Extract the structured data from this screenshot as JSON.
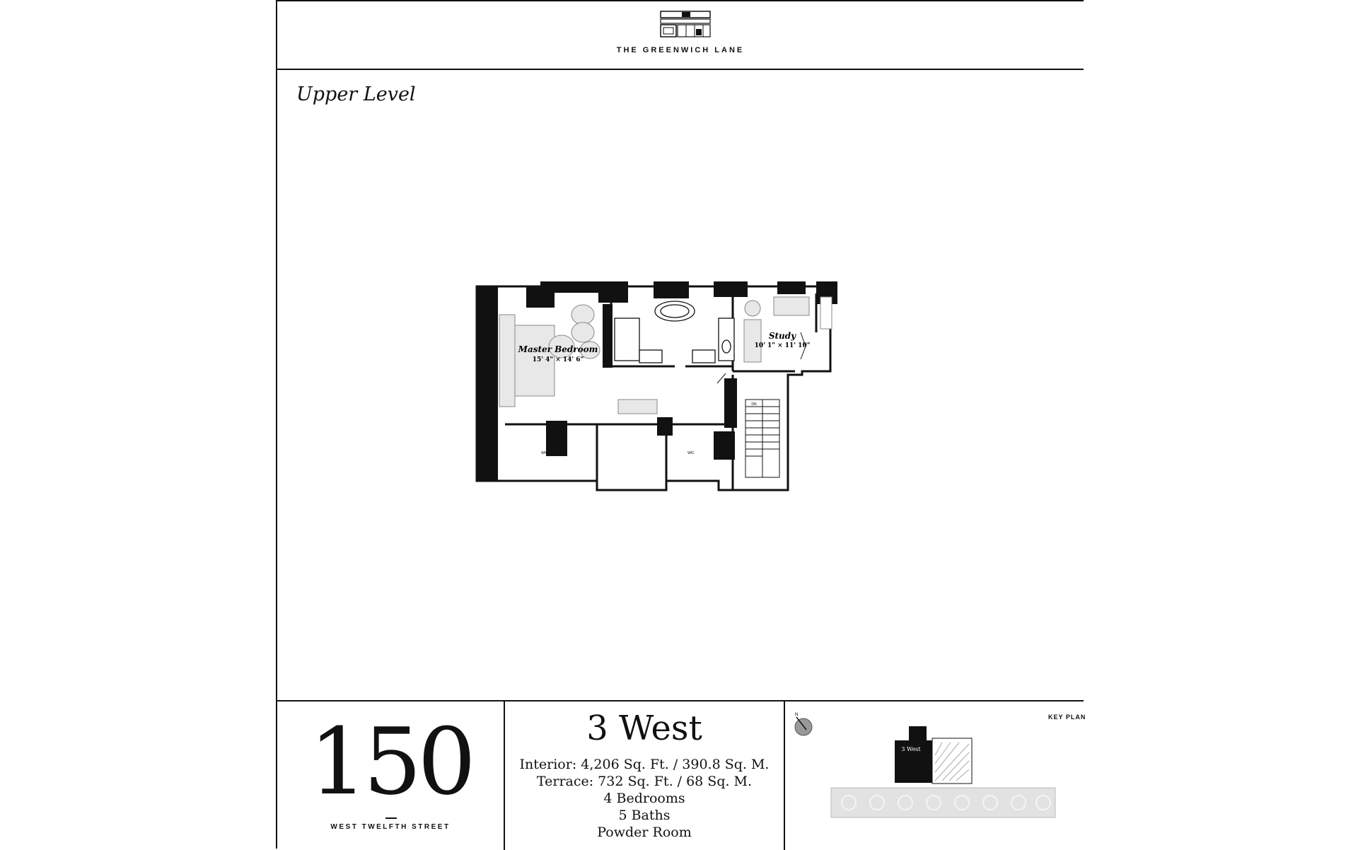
{
  "header": {
    "brand_name": "THE GREENWICH LANE",
    "logo_icon": "greenwich-lane-logo"
  },
  "level_title": "Upper Level",
  "floorplan": {
    "rooms": [
      {
        "name": "Master Bedroom",
        "dimensions": "15' 4\" × 14' 6\""
      },
      {
        "name": "Study",
        "dimensions": "10' 1\" × 11' 10\""
      }
    ],
    "closet_labels": [
      "WIC",
      "WIC"
    ],
    "stair_label": "DN"
  },
  "footer": {
    "address_number": "150",
    "address_street": "WEST TWELFTH STREET",
    "unit": {
      "name": "3 West",
      "specs": [
        "Interior:  4,206 Sq. Ft. / 390.8 Sq. M.",
        "Terrace:  732 Sq. Ft. / 68 Sq. M.",
        "4 Bedrooms",
        "5 Baths",
        "Powder Room"
      ]
    },
    "key_plan": {
      "label": "KEY PLAN",
      "unit_label": "3 West",
      "compass_icon": "north-compass-icon"
    }
  }
}
